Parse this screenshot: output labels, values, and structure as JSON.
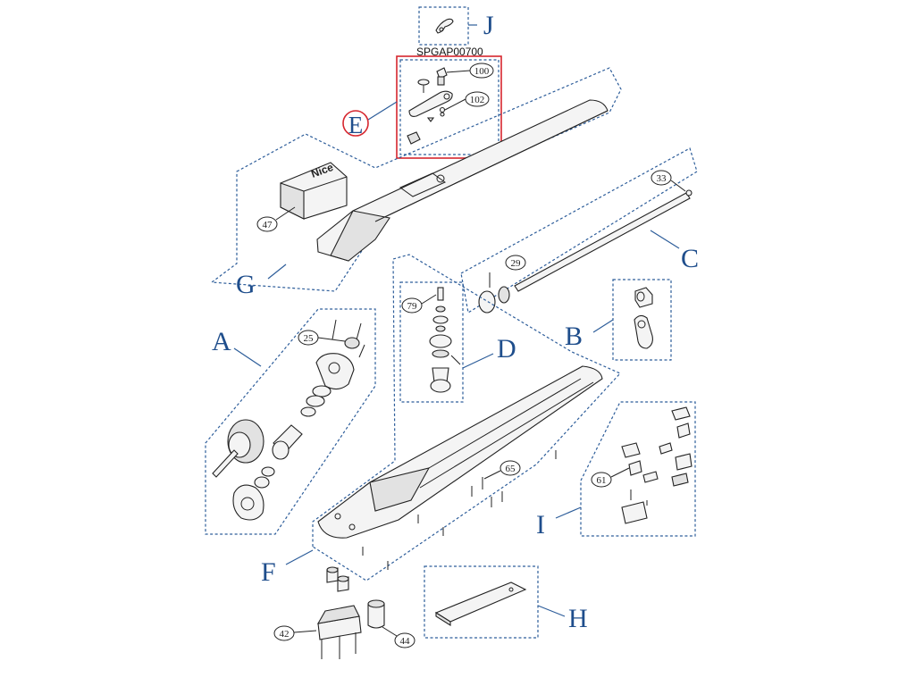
{
  "header": {
    "kit_code": "SPGAP00700"
  },
  "groups": {
    "A": "A",
    "B": "B",
    "C": "C",
    "D": "D",
    "E": "E",
    "F": "F",
    "G": "G",
    "H": "H",
    "I": "I",
    "J": "J"
  },
  "callouts": {
    "c25": "25",
    "c29": "29",
    "c33": "33",
    "c42": "42",
    "c44": "44",
    "c47": "47",
    "c61": "61",
    "c65": "65",
    "c79": "79",
    "c100": "100",
    "c102": "102"
  },
  "highlight_color": "#d6262e",
  "line_color": "#2d5d9a",
  "letter_color": "#1f4e8c"
}
